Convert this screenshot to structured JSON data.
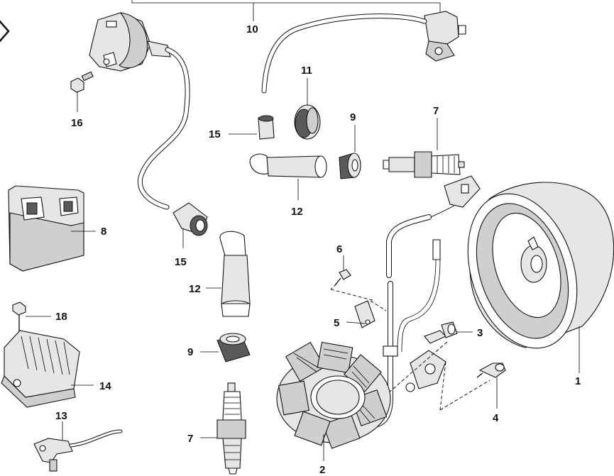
{
  "callouts": {
    "c1": "1",
    "c2": "2",
    "c3": "3",
    "c4": "4",
    "c5": "5",
    "c6": "6",
    "c7a": "7",
    "c7b": "7",
    "c8": "8",
    "c9a": "9",
    "c9b": "9",
    "c10": "10",
    "c11": "11",
    "c12a": "12",
    "c12b": "12",
    "c13": "13",
    "c14": "14",
    "c15a": "15",
    "c15b": "15",
    "c16": "16",
    "c18": "18"
  },
  "icons": {
    "nav": "chevron-right-icon"
  }
}
